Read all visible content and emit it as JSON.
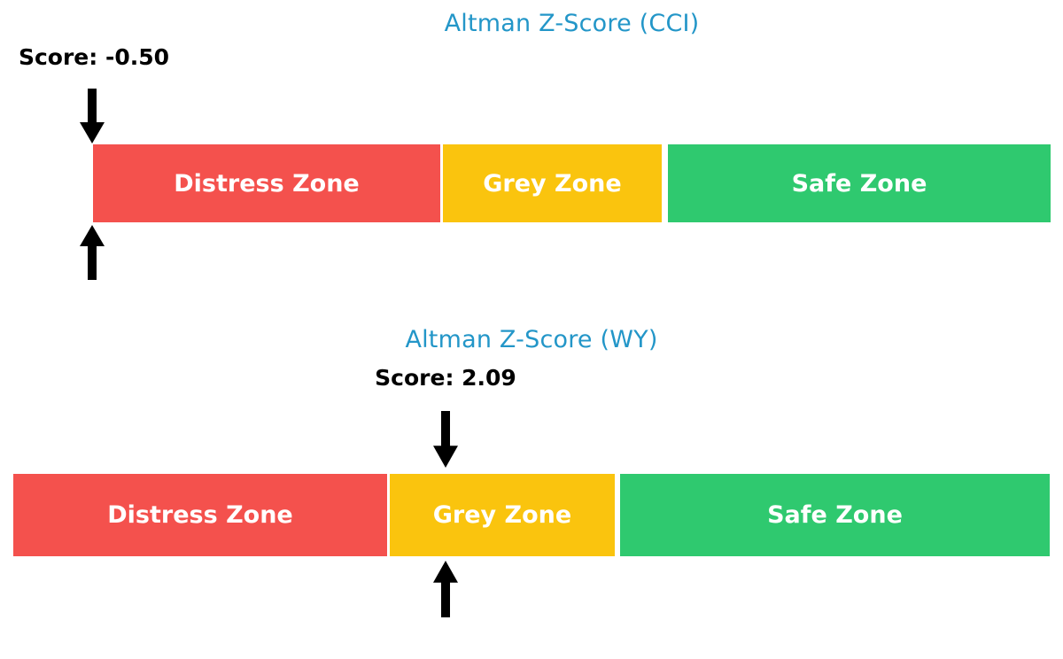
{
  "colors": {
    "background": "#FFFFFF",
    "title": "#2396C8",
    "score_text": "#000000",
    "arrow": "#000000",
    "zone_label_text": "#FFFFFF",
    "distress": "#F4514D",
    "grey": "#FAC40E",
    "safe": "#2FC96F"
  },
  "chart_data": [
    {
      "type": "bar",
      "orientation": "horizontal",
      "title": "Altman Z-Score (CCI)",
      "score": -0.5,
      "score_label": "Score: -0.50",
      "zones": [
        {
          "label": "Distress Zone",
          "color": "#F4514D",
          "width_fraction": 0.363
        },
        {
          "label": "Grey Zone",
          "color": "#FAC40E",
          "width_fraction": 0.229
        },
        {
          "label": "Safe Zone",
          "color": "#2FC96F",
          "width_fraction": 0.4
        }
      ],
      "marker_fraction": 0.0,
      "marker_style": "black arrows above and below bar pointing at score position",
      "legend": "none",
      "grid": false
    },
    {
      "type": "bar",
      "orientation": "horizontal",
      "title": "Altman Z-Score (WY)",
      "score": 2.09,
      "score_label": "Score: 2.09",
      "zones": [
        {
          "label": "Distress Zone",
          "color": "#F4514D",
          "width_fraction": 0.361
        },
        {
          "label": "Grey Zone",
          "color": "#FAC40E",
          "width_fraction": 0.217
        },
        {
          "label": "Safe Zone",
          "color": "#2FC96F",
          "width_fraction": 0.415
        }
      ],
      "marker_fraction": 0.417,
      "marker_style": "black arrows above and below bar pointing at score position",
      "legend": "none",
      "grid": false
    }
  ]
}
